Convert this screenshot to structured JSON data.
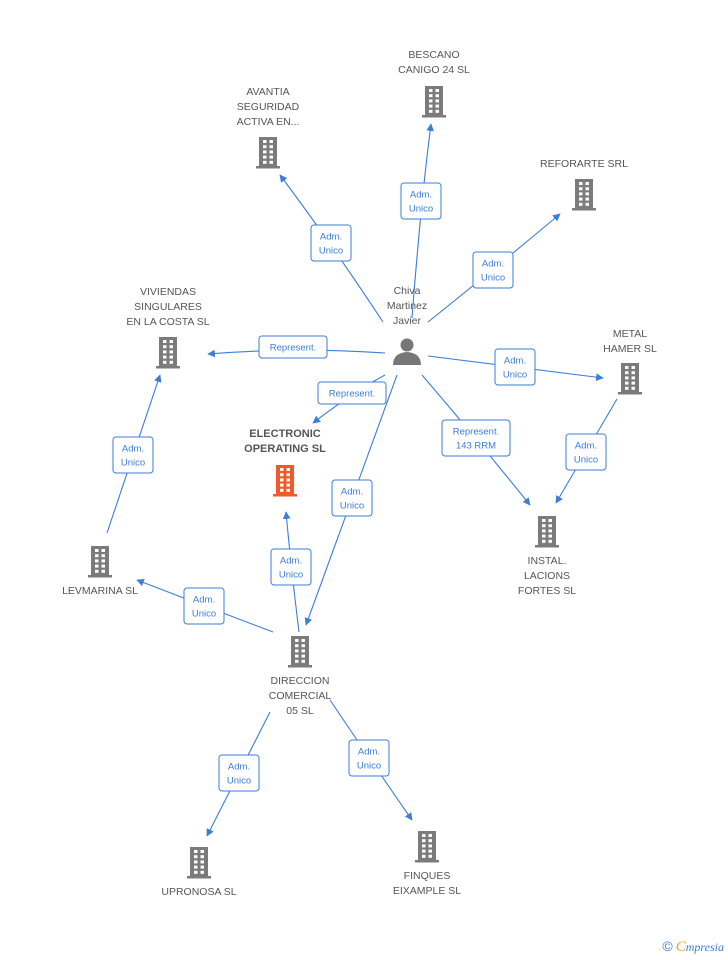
{
  "colors": {
    "edge": "#3b7dd8",
    "company": "#7b7b7b",
    "focus": "#f05a28",
    "person": "#777777"
  },
  "nodes": [
    {
      "id": "chiva",
      "type": "person",
      "lines": [
        "Chiva",
        "Martinez",
        "Javier"
      ]
    },
    {
      "id": "electronic",
      "type": "focus",
      "lines": [
        "ELECTRONIC",
        "OPERATING SL"
      ]
    },
    {
      "id": "bescano",
      "type": "company",
      "lines": [
        "BESCANO",
        "CANIGO 24 SL"
      ]
    },
    {
      "id": "avantia",
      "type": "company",
      "lines": [
        "AVANTIA",
        "SEGURIDAD",
        "ACTIVA EN..."
      ]
    },
    {
      "id": "reforarte",
      "type": "company",
      "lines": [
        "REFORARTE SRL"
      ]
    },
    {
      "id": "viviendas",
      "type": "company",
      "lines": [
        "VIVIENDAS",
        "SINGULARES",
        "EN LA COSTA SL"
      ]
    },
    {
      "id": "metal",
      "type": "company",
      "lines": [
        "METAL",
        "HAMER SL"
      ]
    },
    {
      "id": "instal",
      "type": "company",
      "lines": [
        "INSTAL.",
        "LACIONS",
        "FORTES SL"
      ]
    },
    {
      "id": "levmarina",
      "type": "company",
      "lines": [
        "LEVMARINA SL"
      ]
    },
    {
      "id": "direccion",
      "type": "company",
      "lines": [
        "DIRECCION",
        "COMERCIAL",
        "05 SL"
      ]
    },
    {
      "id": "upronosa",
      "type": "company",
      "lines": [
        "UPRONOSA SL"
      ]
    },
    {
      "id": "finques",
      "type": "company",
      "lines": [
        "FINQUES",
        "EIXAMPLE SL"
      ]
    }
  ],
  "edges": [
    {
      "from": "chiva",
      "to": "bescano",
      "lines": [
        "Adm.",
        "Unico"
      ]
    },
    {
      "from": "chiva",
      "to": "avantia",
      "lines": [
        "Adm.",
        "Unico"
      ]
    },
    {
      "from": "chiva",
      "to": "reforarte",
      "lines": [
        "Adm.",
        "Unico"
      ]
    },
    {
      "from": "chiva",
      "to": "viviendas",
      "lines": [
        "Represent."
      ]
    },
    {
      "from": "chiva",
      "to": "electronic",
      "lines": [
        "Represent."
      ]
    },
    {
      "from": "chiva",
      "to": "metal",
      "lines": [
        "Adm.",
        "Unico"
      ]
    },
    {
      "from": "chiva",
      "to": "instal",
      "lines": [
        "Represent.",
        "143 RRM"
      ]
    },
    {
      "from": "chiva",
      "to": "direccion",
      "lines": [
        "Adm.",
        "Unico"
      ]
    },
    {
      "from": "metal",
      "to": "instal",
      "lines": [
        "Adm.",
        "Unico"
      ]
    },
    {
      "from": "levmarina",
      "to": "viviendas",
      "lines": [
        "Adm.",
        "Unico"
      ]
    },
    {
      "from": "direccion",
      "to": "electronic",
      "lines": [
        "Adm.",
        "Unico"
      ]
    },
    {
      "from": "direccion",
      "to": "levmarina",
      "lines": [
        "Adm.",
        "Unico"
      ]
    },
    {
      "from": "direccion",
      "to": "upronosa",
      "lines": [
        "Adm.",
        "Unico"
      ]
    },
    {
      "from": "direccion",
      "to": "finques",
      "lines": [
        "Adm.",
        "Unico"
      ]
    }
  ],
  "footer": {
    "copyright": "©",
    "brand_initial": "C",
    "brand_rest": "mpresia"
  }
}
